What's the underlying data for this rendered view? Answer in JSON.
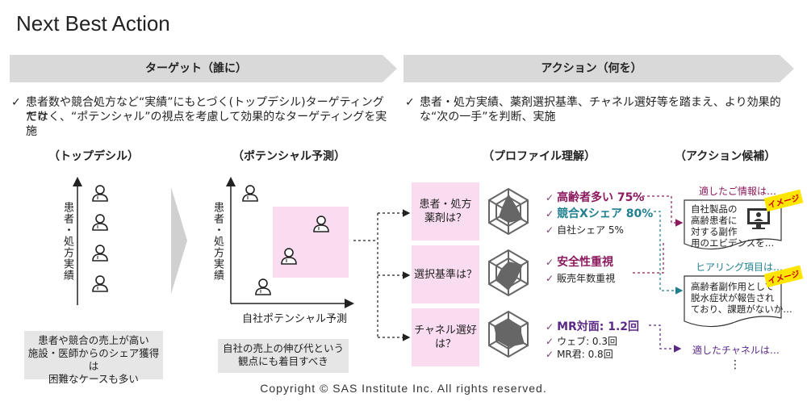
{
  "title": "Next Best Action",
  "left_banner": "ターゲット（誰に）",
  "right_banner": "アクション（何を）",
  "left_bullet": [
    "患者数や競合処方など“実績”にもとづく(トップデシル)ターゲティングだけ",
    "でなく、“ポテンシャル”の視点を考慮して効果的なターゲティングを実施"
  ],
  "right_bullet": [
    "患者・処方実績、薬剤選択基準、チャネル選好等を踏まえ、より効果的",
    "な“次の一手”を判断、実施"
  ],
  "check": "✓",
  "sections": {
    "top_decile": "（トップデシル）",
    "potential": "（ポテンシャル予測）",
    "profile": "（プロファイル理解）",
    "action": "（アクション候補）"
  },
  "top_decile_ylabel": "患者・処方実績",
  "top_decile_note": [
    "患者や競合の売上が高い",
    "施設・医師からのシェア獲得は",
    "困難なケースも多い"
  ],
  "potential_ylabel": "患者・処方実績",
  "potential_xlabel": "自社ポテンシャル予測",
  "potential_note": [
    "自社の売上の伸び代という",
    "観点にも着目すべき"
  ],
  "questions": [
    "患者・処方|薬剤は？",
    "選択基準は？",
    "チャネル選好は？"
  ],
  "profile_items": [
    {
      "metric": "高齢者多い 75%",
      "color": "#8b1a5e"
    },
    {
      "metric": "競合Xシェア 80%",
      "color": "#1f7f8f"
    },
    {
      "sub": "自社シェア 5%"
    },
    {
      "metric": "安全性重視",
      "color": "#8b1a5e"
    },
    {
      "sub": "販売年数重視"
    },
    {
      "metric": "MR対面: 1.2回",
      "color": "#5b2a86"
    },
    {
      "sub": "ウェブ: 0.3回"
    },
    {
      "sub": "MR君: 0.8回"
    }
  ],
  "actions": {
    "label1": "適したご情報は…",
    "doc1": [
      "自社製品の",
      "高齢患者に",
      "対する副作",
      "用のエビデンスを…"
    ],
    "label2": "ヒアリング項目は…",
    "doc2": [
      "高齢者副作用として",
      "脱水症状が報告され",
      "ており、課題がないか…"
    ],
    "label3": "適したチャネルは…",
    "ellipsis": "⋮",
    "tag": "イメージ"
  },
  "copyright": "Copyright © SAS Institute Inc. All rights reserved."
}
